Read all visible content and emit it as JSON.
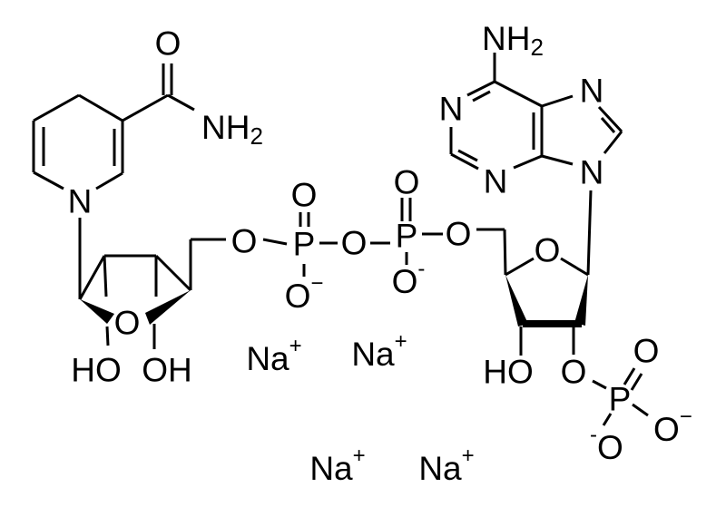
{
  "diagram": {
    "type": "chemical-structure",
    "atoms": {
      "amide_o": "O",
      "amide_n": "NH",
      "amide_n_sub": "2",
      "pyridine_n": "N",
      "left_ring_o": "O",
      "left_ho": "HO",
      "left_oh": "OH",
      "o5": "O",
      "p1": "P",
      "p1_o_double": "O",
      "p1_o_minus": "O",
      "p1_o_minus_charge": "−",
      "bridge_o": "O",
      "p2": "P",
      "p2_o_double": "O",
      "p2_o_minus": "O",
      "p2_o_minus_charge": "-",
      "o5b": "O",
      "ribose_o": "O",
      "adenine_nh": "NH",
      "adenine_nh_sub": "2",
      "n1": "N",
      "n3": "N",
      "n7": "N",
      "n9": "N",
      "ho3": "HO",
      "o2": "O",
      "p3": "P",
      "p3_o_double": "O",
      "p3_o_minus_right": "O",
      "p3_o_minus_right_charge": "−",
      "p3_o_minus_bottom": "O",
      "p3_o_minus_bottom_charge": "-"
    },
    "counterions": [
      {
        "symbol": "Na",
        "charge": "+"
      },
      {
        "symbol": "Na",
        "charge": "+"
      },
      {
        "symbol": "Na",
        "charge": "+"
      },
      {
        "symbol": "Na",
        "charge": "+"
      }
    ]
  }
}
